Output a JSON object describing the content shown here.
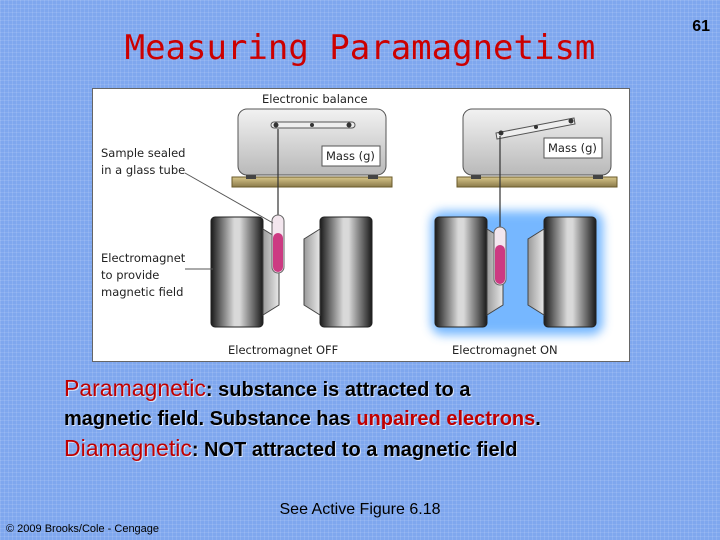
{
  "page": {
    "number": "61"
  },
  "title": "Measuring Paramagnetism",
  "figure": {
    "label_balance": "Electronic balance",
    "label_sample_1": "Sample sealed",
    "label_sample_2": "in a glass tube",
    "label_mass_left": "Mass (g)",
    "label_mass_right": "Mass (g)",
    "label_magnet_1": "Electromagnet",
    "label_magnet_2": "to provide",
    "label_magnet_3": "magnetic field",
    "label_off": "Electromagnet OFF",
    "label_on": "Electromagnet ON"
  },
  "text": {
    "para_term": "Paramagnetic",
    "para_def_1": ": substance is attracted to a",
    "para_def_2": "magnetic field. Substance has ",
    "para_highlight": "unpaired electrons",
    "para_end": ".",
    "dia_term": "Diamagnetic",
    "dia_def": ": NOT attracted to a magnetic field"
  },
  "see_figure": "See Active Figure 6.18",
  "copyright": "© 2009 Brooks/Cole - Cengage",
  "colors": {
    "title": "#cc0000",
    "background": "#7fa7ee",
    "highlight": "#c00000"
  }
}
